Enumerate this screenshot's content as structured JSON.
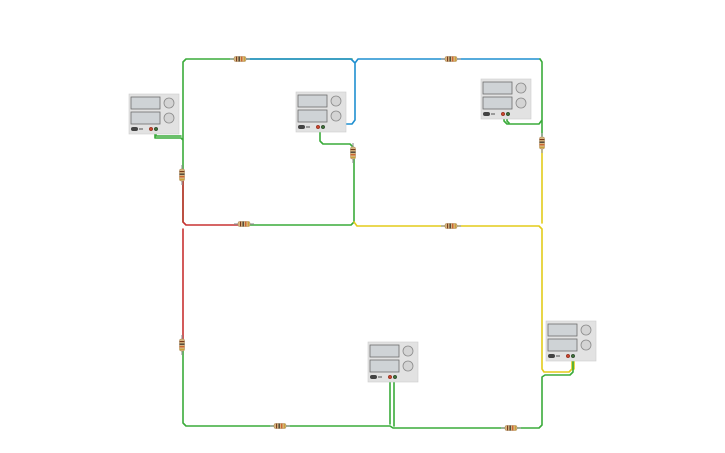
{
  "colors": {
    "background": "#ffffff",
    "wire_green": "#3aab3a",
    "wire_blue": "#1f8fd0",
    "wire_red": "#c83232",
    "wire_yellow": "#e3cc1a",
    "supply_body": "#e2e2e2",
    "supply_display": "#cfd3d6",
    "knob": "#d4d4d4",
    "resistor_body": "#d7b680"
  },
  "components": {
    "power_supplies": [
      {
        "id": "supply-1"
      },
      {
        "id": "supply-2"
      },
      {
        "id": "supply-3"
      },
      {
        "id": "supply-4"
      },
      {
        "id": "supply-5"
      }
    ],
    "resistors": [
      {
        "id": "r1",
        "orientation": "horizontal"
      },
      {
        "id": "r2",
        "orientation": "horizontal"
      },
      {
        "id": "r3",
        "orientation": "vertical"
      },
      {
        "id": "r4",
        "orientation": "vertical"
      },
      {
        "id": "r5",
        "orientation": "horizontal"
      },
      {
        "id": "r6",
        "orientation": "vertical"
      },
      {
        "id": "r7",
        "orientation": "horizontal"
      },
      {
        "id": "r8",
        "orientation": "vertical"
      },
      {
        "id": "r9",
        "orientation": "horizontal"
      },
      {
        "id": "r10",
        "orientation": "horizontal"
      }
    ]
  },
  "wires": [
    {
      "id": "w-top-left",
      "color": "green"
    },
    {
      "id": "w-top-blue",
      "color": "blue"
    },
    {
      "id": "w-top-right",
      "color": "green"
    },
    {
      "id": "w-red-left",
      "color": "red"
    },
    {
      "id": "w-mid-green",
      "color": "green"
    },
    {
      "id": "w-yellow",
      "color": "yellow"
    },
    {
      "id": "w-bottom",
      "color": "green"
    }
  ]
}
